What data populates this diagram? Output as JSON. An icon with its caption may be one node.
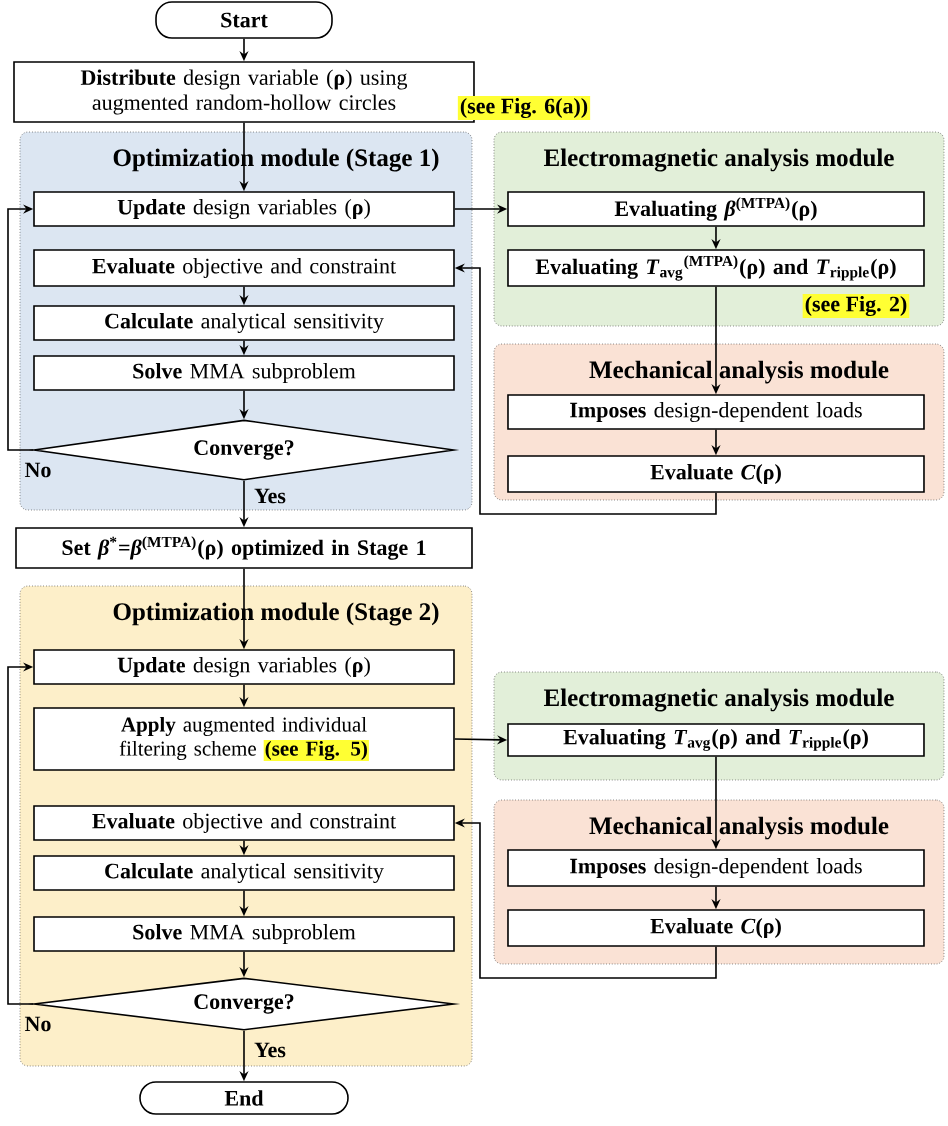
{
  "diagram": {
    "nodes": [
      {
        "text": [
          "Start"
        ]
      },
      {
        "text": [
          "**Distribute** design variable (**ρ**) using augmented random-hollow circles",
          "(see Fig. 6(a))"
        ]
      },
      {
        "text": [
          "Optimization module (Stage 1)"
        ]
      },
      {
        "text": [
          "**Update** design variables (**ρ**)"
        ],
        "in": 2
      },
      {
        "text": [
          "**Evaluate** objective and constraint"
        ],
        "in": 2
      },
      {
        "text": [
          "**Calculate** analytical sensitivity"
        ],
        "in": 2
      },
      {
        "text": [
          "**Solve** MMA subproblem"
        ],
        "in": 2
      },
      {
        "text": [
          "Converge?"
        ],
        "in": 2
      },
      {
        "text": [
          "Electromagnetic analysis module",
          "(see Fig. 2)"
        ]
      },
      {
        "text": [
          "Evaluating *β*$^{(MTPA)}$(ρ)"
        ],
        "in": 8
      },
      {
        "text": [
          "Evaluating *T*$_{avg}$$^{(MTPA)}$(ρ) and *T*$_{ripple}$(ρ)"
        ],
        "in": 8
      },
      {
        "text": [
          "Mechanical analysis module"
        ]
      },
      {
        "text": [
          "**Imposes** design-dependent loads"
        ],
        "in": 11
      },
      {
        "text": [
          "Evaluate *C*(ρ)"
        ],
        "in": 11
      },
      {
        "text": [
          "Set *β*$^{*}$=*β*$^{(MTPA)}$(ρ) optimized in Stage 1"
        ]
      },
      {
        "text": [
          "Optimization module (Stage 2)"
        ]
      },
      {
        "text": [
          "**Update** design variables (**ρ**)"
        ],
        "in": 15
      },
      {
        "text": [
          "**Apply** augmented individual filtering scheme",
          "(see Fig. 5)"
        ],
        "in": 15
      },
      {
        "text": [
          "**Evaluate** objective and constraint"
        ],
        "in": 15
      },
      {
        "text": [
          "**Calculate** analytical sensitivity"
        ],
        "in": 15
      },
      {
        "text": [
          "**Solve** MMA subproblem"
        ],
        "in": 15
      },
      {
        "text": [
          "Converge?"
        ],
        "in": 15
      },
      {
        "text": [
          "End"
        ]
      },
      {
        "text": [
          "Electromagnetic analysis module"
        ]
      },
      {
        "text": [
          "Evaluating *T*$_{avg}$(ρ) and *T*$_{ripple}$(ρ)"
        ],
        "in": 23
      },
      {
        "text": [
          "Mechanical analysis module"
        ]
      },
      {
        "text": [
          "**Imposes** design-dependent loads"
        ],
        "in": 25
      },
      {
        "text": [
          "Evaluate *C*(ρ)"
        ],
        "in": 25
      }
    ],
    "edges": [
      {
        "from": 0,
        "to": 1,
        "arrow": "to"
      },
      {
        "from": 1,
        "to": 3,
        "arrow": "to"
      },
      {
        "from": 3,
        "to": 9,
        "arrow": "to"
      },
      {
        "from": 9,
        "to": 10,
        "arrow": "to"
      },
      {
        "from": 10,
        "to": 12,
        "arrow": "to"
      },
      {
        "from": 12,
        "to": 13,
        "arrow": "to"
      },
      {
        "from": 13,
        "to": 4,
        "arrow": "to"
      },
      {
        "from": 4,
        "to": 5,
        "arrow": "to"
      },
      {
        "from": 5,
        "to": 6,
        "arrow": "to"
      },
      {
        "from": 6,
        "to": 7,
        "arrow": "to"
      },
      {
        "from": 7,
        "to": 3,
        "arrow": "to",
        "label": "No"
      },
      {
        "from": 7,
        "to": 14,
        "arrow": "to",
        "label": "Yes"
      },
      {
        "from": 14,
        "to": 16,
        "arrow": "to"
      },
      {
        "from": 16,
        "to": 17,
        "arrow": "to"
      },
      {
        "from": 17,
        "to": 24,
        "arrow": "to"
      },
      {
        "from": 24,
        "to": 26,
        "arrow": "to"
      },
      {
        "from": 26,
        "to": 27,
        "arrow": "to"
      },
      {
        "from": 27,
        "to": 18,
        "arrow": "to"
      },
      {
        "from": 18,
        "to": 19,
        "arrow": "to"
      },
      {
        "from": 19,
        "to": 20,
        "arrow": "to"
      },
      {
        "from": 20,
        "to": 21,
        "arrow": "to"
      },
      {
        "from": 21,
        "to": 16,
        "arrow": "to",
        "label": "No"
      },
      {
        "from": 21,
        "to": 22,
        "arrow": "to",
        "label": "Yes"
      }
    ]
  }
}
